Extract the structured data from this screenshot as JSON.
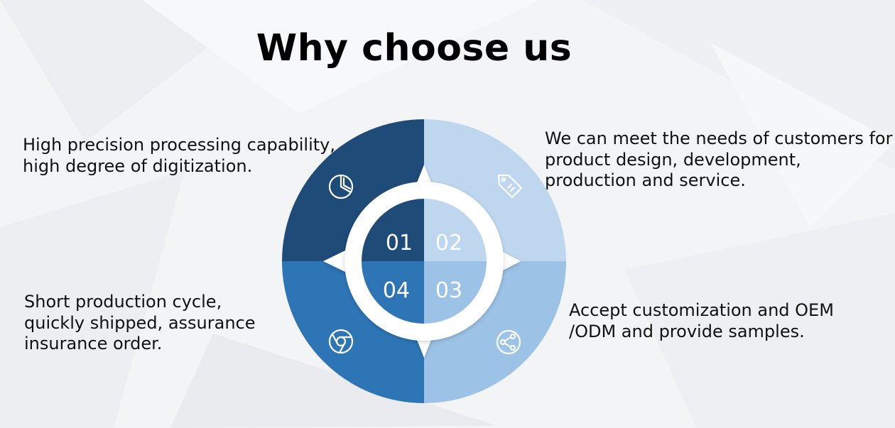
{
  "title": "Why choose us",
  "colors": {
    "q1": "#1e4b78",
    "q2": "#bed7ee",
    "q3": "#9cc2e6",
    "q4": "#2e75b6",
    "inner_q1": "#1e4b78",
    "inner_q2": "#bed7ee",
    "inner_q3": "#9cc2e6",
    "inner_q4": "#2e75b6"
  },
  "quadrants": [
    {
      "number": "01",
      "icon": "pie-chart-icon",
      "text": "High precision processing capability, high degree of digitization."
    },
    {
      "number": "02",
      "icon": "price-tag-icon",
      "text": "We can meet the needs of customers for product design, development, production and service."
    },
    {
      "number": "03",
      "icon": "share-network-icon",
      "text": "Accept customization and OEM /ODM and provide samples."
    },
    {
      "number": "04",
      "icon": "chrome-aperture-icon",
      "text": "Short production cycle, quickly shipped, assurance insurance order."
    }
  ]
}
